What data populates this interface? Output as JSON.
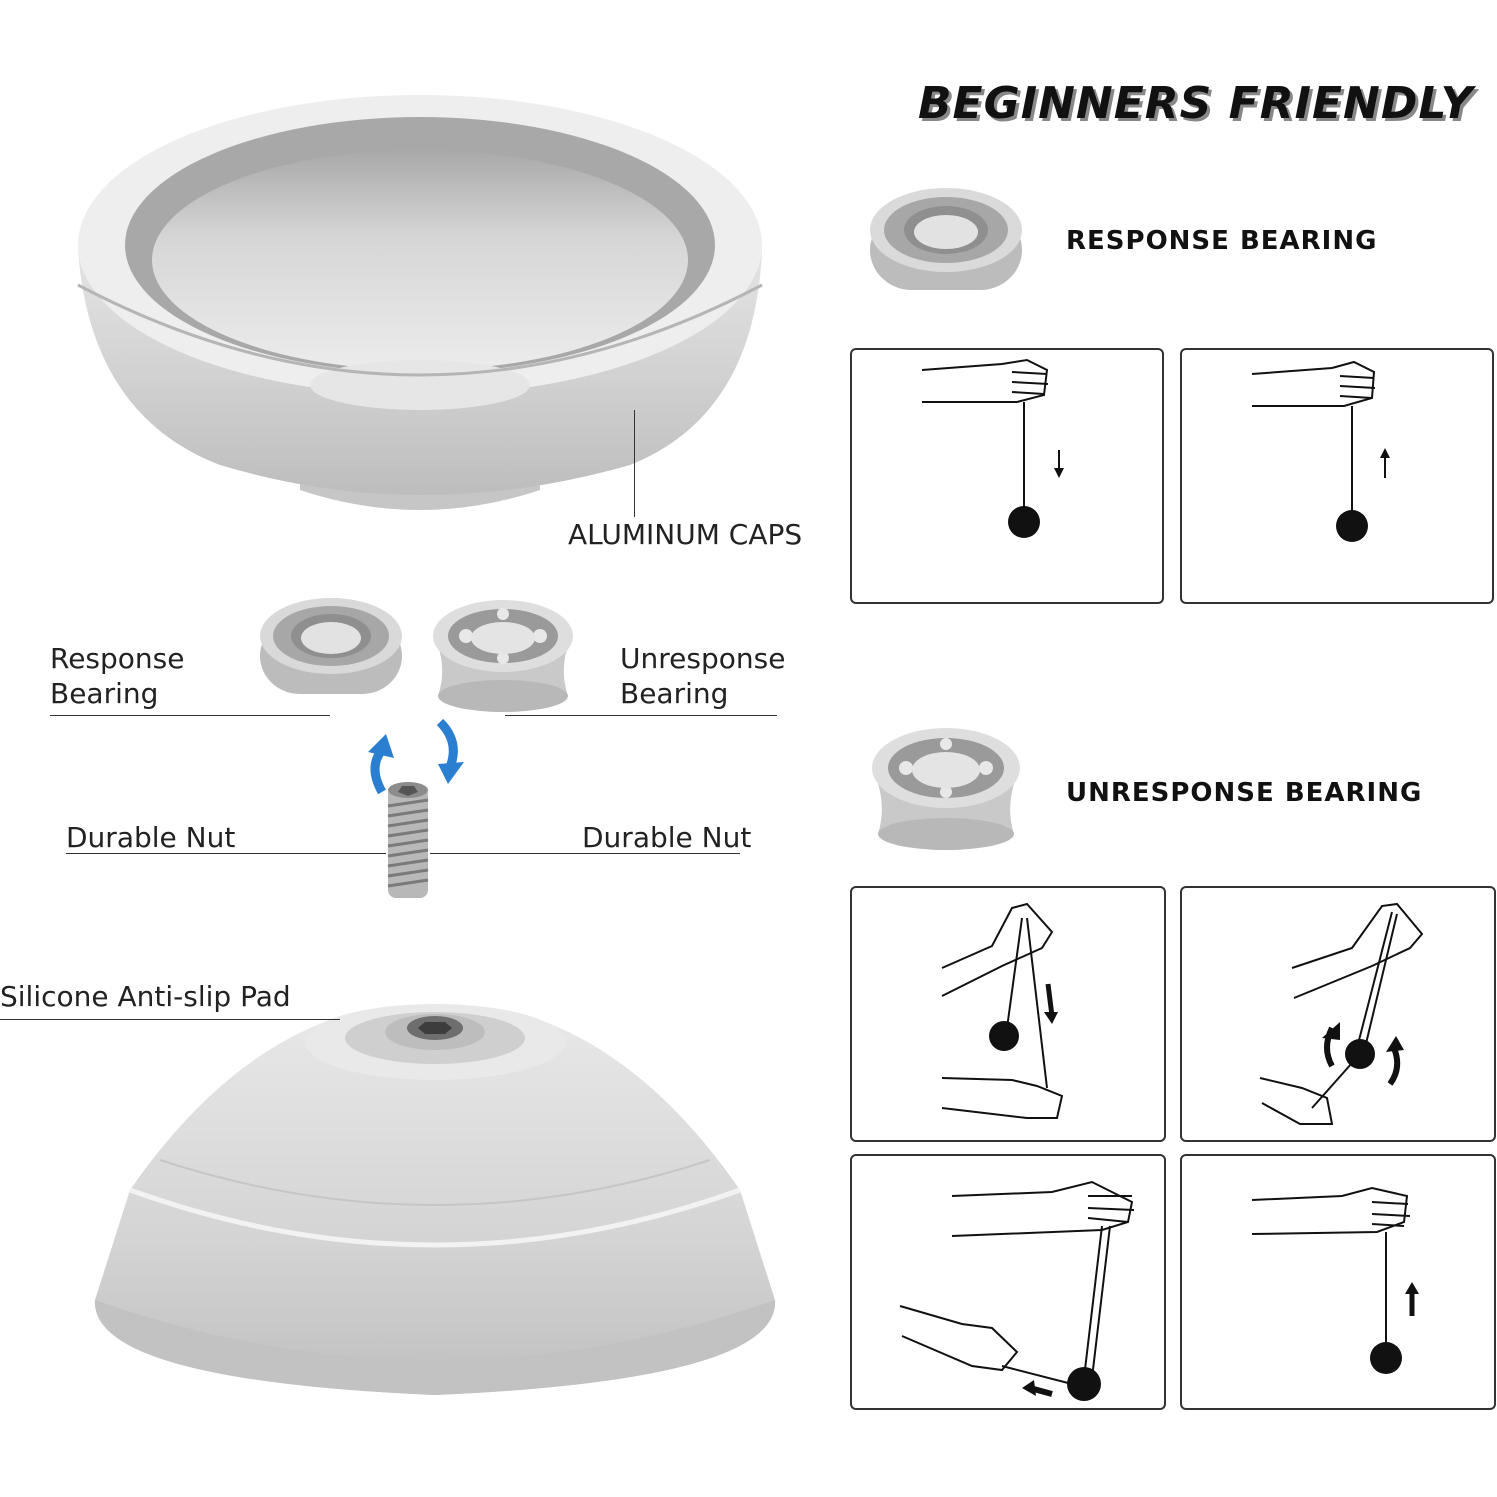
{
  "header": {
    "title": "BEGINNERS FRIENDLY"
  },
  "parts": {
    "aluminum_caps": "ALUMINUM CAPS",
    "response_bearing_line1": "Response",
    "response_bearing_line2": "Bearing",
    "unresponse_bearing_line1": "Unresponse",
    "unresponse_bearing_line2": "Bearing",
    "durable_nut_left": "Durable Nut",
    "durable_nut_right": "Durable Nut",
    "silicone_pad": "Silicone Anti-slip Pad"
  },
  "sections": {
    "response": {
      "title": "RESPONSE BEARING"
    },
    "unresponse": {
      "title": "UNRESPONSE BEARING"
    }
  },
  "colors": {
    "accent_arrow": "#2b7fd0",
    "metal": "#c9c9c9",
    "ink": "#111111"
  }
}
